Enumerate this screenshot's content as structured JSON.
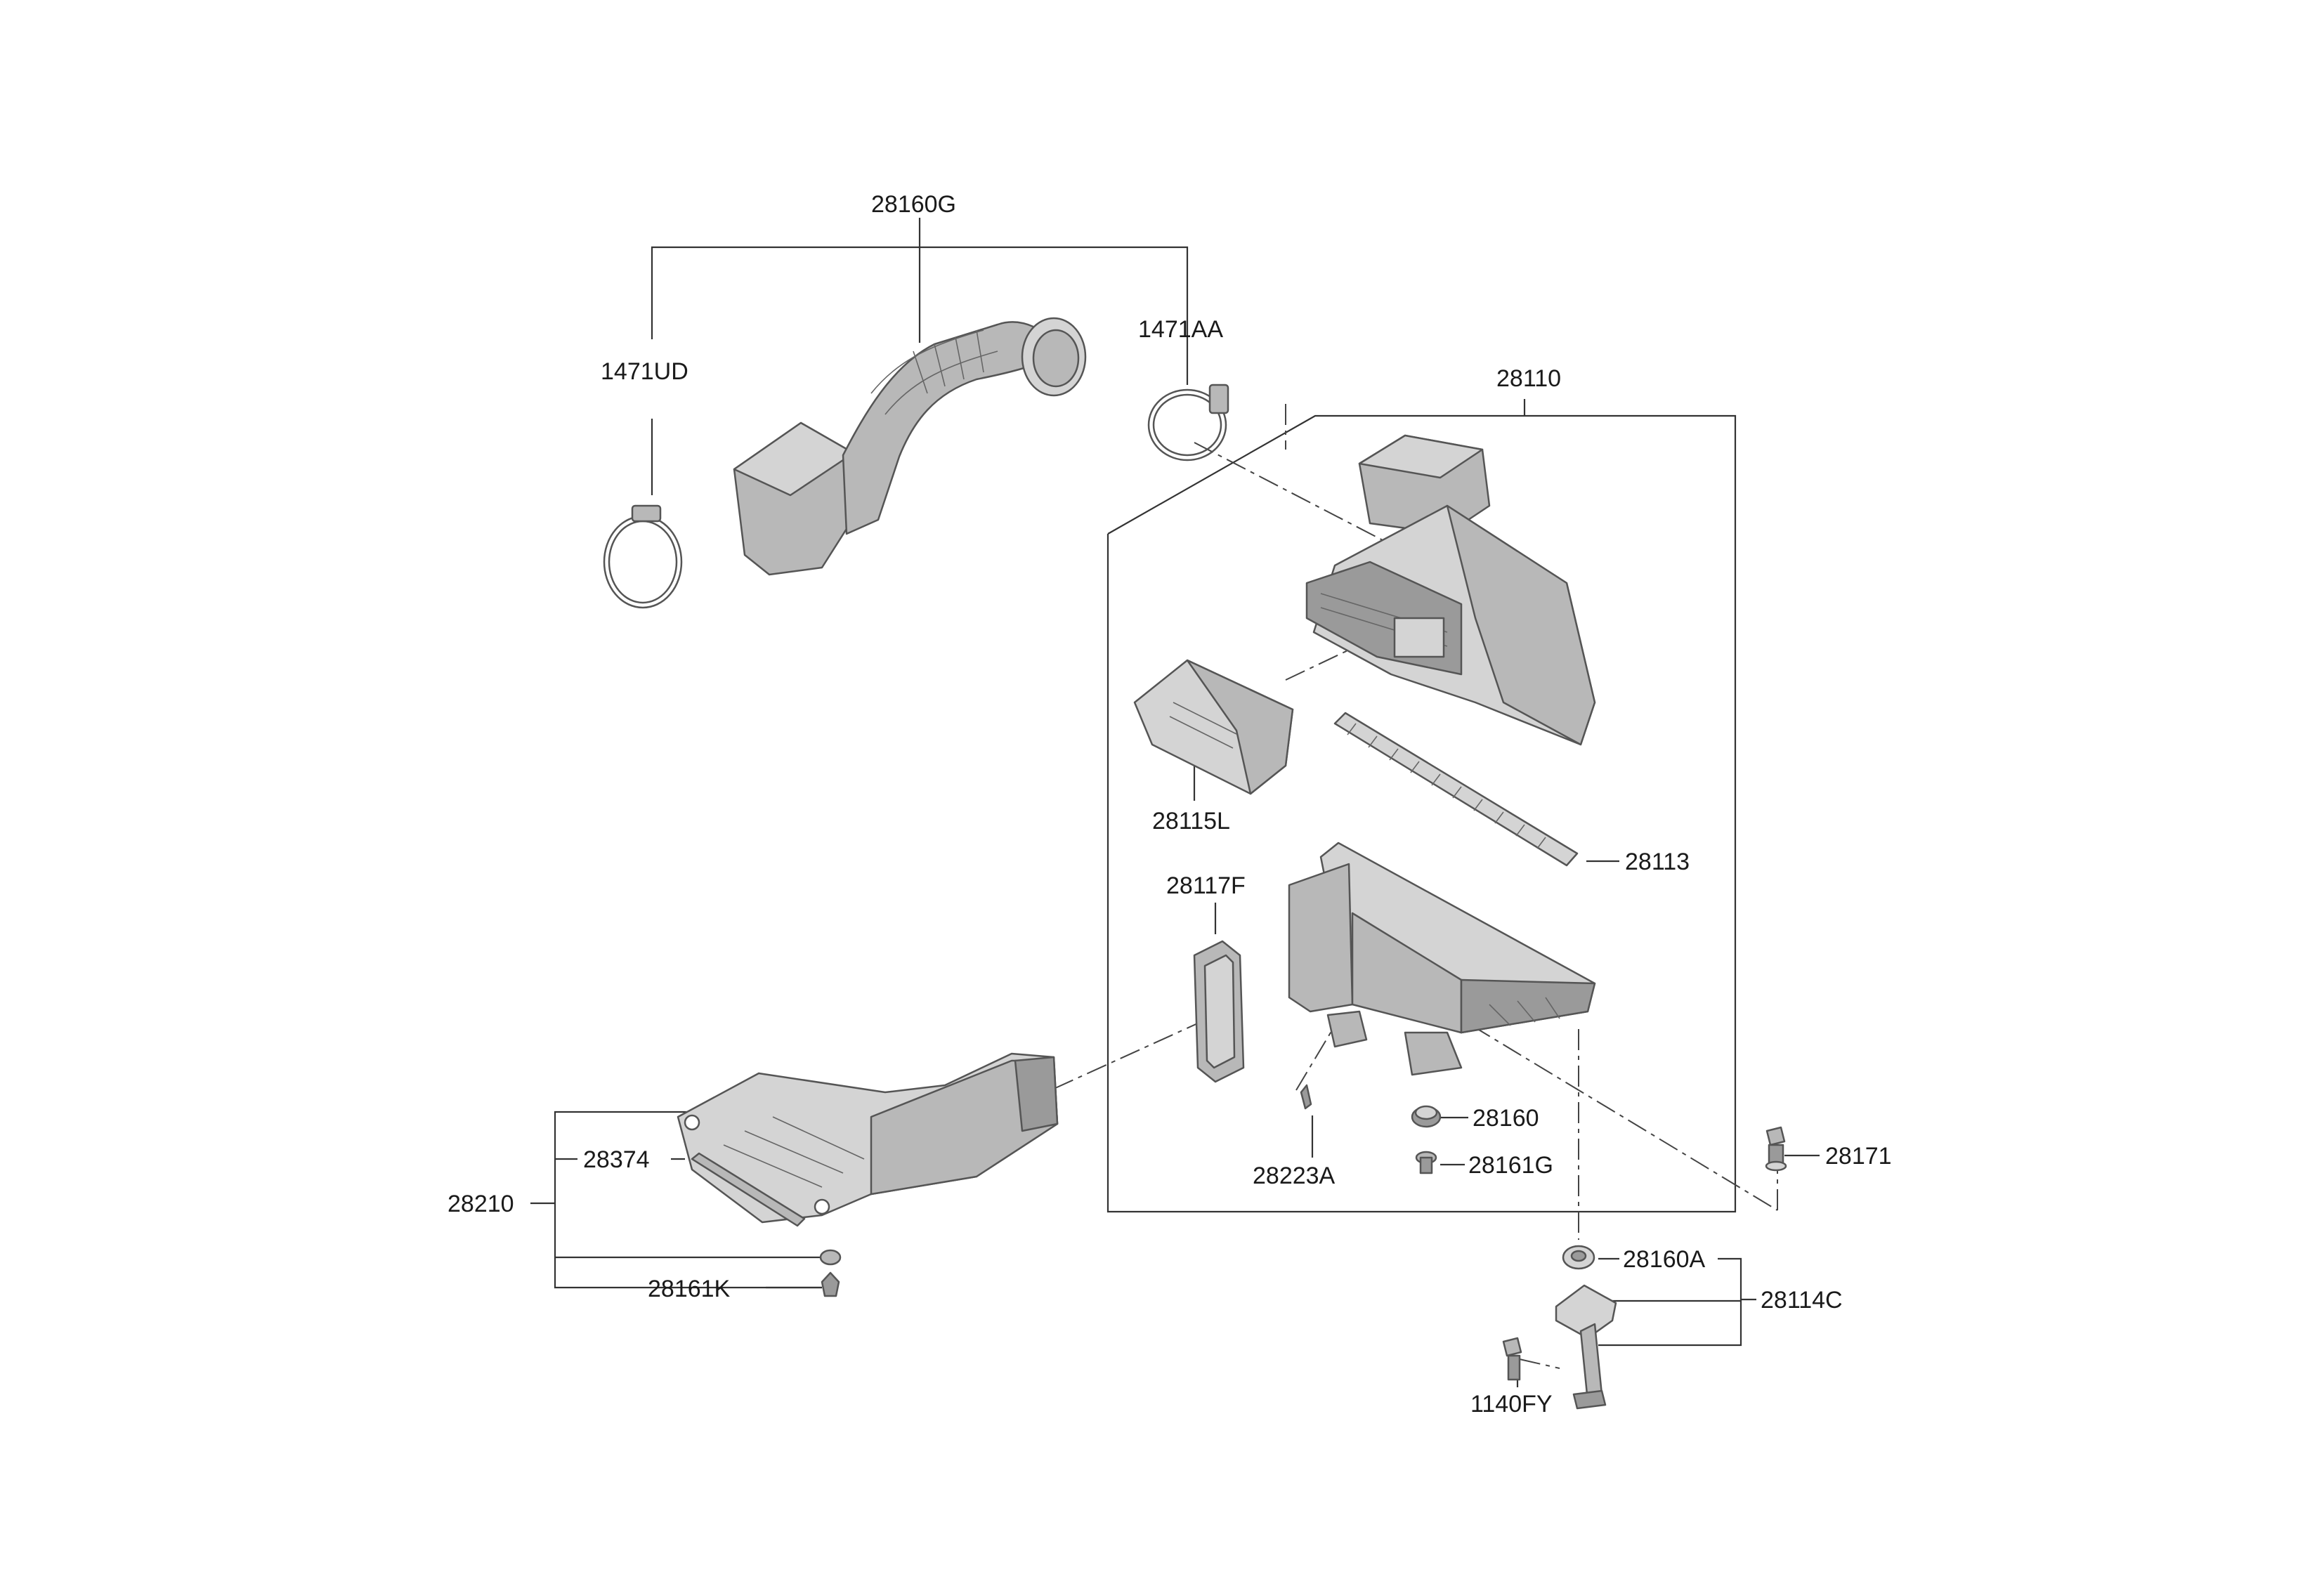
{
  "labels": {
    "hose_assembly": "28160G",
    "clamp_left": "1471UD",
    "clamp_right": "1471AA",
    "air_cleaner_assembly": "28110",
    "cover_snorkel": "28115L",
    "filter_element": "28113",
    "gasket": "28117F",
    "resonator_duct": "28210",
    "duct_seal": "28374",
    "duct_grommet": "28161K",
    "clip": "28223A",
    "insulator": "28160",
    "grommet": "28161G",
    "bolt_right": "28171",
    "insulator_bracket": "28160A",
    "bracket_assembly": "28114C",
    "bolt_bracket": "1140FY"
  }
}
